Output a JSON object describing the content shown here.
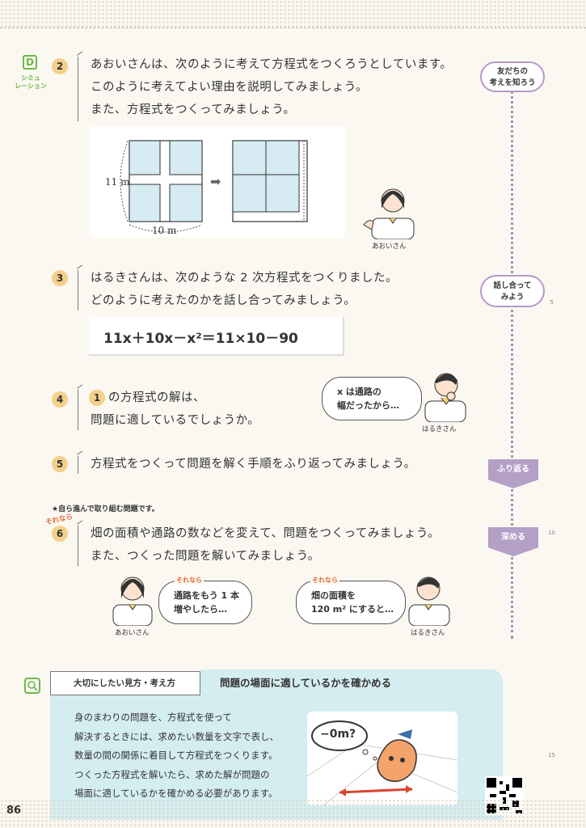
{
  "page_number": "86",
  "margin_marks": [
    "5",
    "10",
    "15"
  ],
  "side_tags": {
    "tomodachi": "友だちの\n考えを知ろう",
    "hanashiai": "話し合って\nみよう",
    "furikaeru": "ふり返る",
    "fukameru": "深める"
  },
  "simulation_badge": {
    "letter": "D",
    "label": "シミュ\nレーション"
  },
  "q2": {
    "num": "2",
    "lines": [
      "あおいさんは、次のように考えて方程式をつくろうとしています。",
      "このように考えてよい理由を説明してみましょう。",
      "また、方程式をつくってみましょう。"
    ],
    "figure": {
      "height_label": "11 m",
      "width_label": "10 m",
      "arrow": "➡"
    },
    "speaker": "あおいさん"
  },
  "q3": {
    "num": "3",
    "lines": [
      "はるきさんは、次のような 2 次方程式をつくりました。",
      "どのように考えたのかを話し合ってみましょう。"
    ],
    "equation": "11x＋10x－x²＝11×10－90"
  },
  "q4": {
    "num": "4",
    "ref": "1",
    "lines": [
      "の方程式の解は、",
      "問題に適しているでしょうか。"
    ],
    "bubble": "x は通路の\n幅だったから…",
    "speaker": "はるきさん"
  },
  "q5": {
    "num": "5",
    "text": "方程式をつくって問題を解く手順をふり返ってみましょう。"
  },
  "q6": {
    "note": "★自ら進んで取り組む問題です。",
    "sorenara": "それなら",
    "num": "6",
    "lines": [
      "畑の面積や通路の数などを変えて、問題をつくってみましょう。",
      "また、つくった問題を解いてみましょう。"
    ],
    "bubble_left": {
      "tag": "それなら",
      "text": "通路をもう 1 本\n増やしたら…",
      "speaker": "あおいさん"
    },
    "bubble_right": {
      "tag": "それなら",
      "text": "畑の面積を\n120 m² にすると…",
      "speaker": "はるきさん"
    }
  },
  "summary": {
    "tab_left": "大切にしたい見方・考え方",
    "tab_right": "問題の場面に適しているかを確かめる",
    "lines": [
      "身のまわりの問題を、方程式を使って",
      "解決するときには、求めたい数量を文字で表し、",
      "数量の間の関係に着目して方程式をつくります。",
      "つくった方程式を解いたら、求めた解が問題の",
      "場面に適しているかを確かめる必要があります。"
    ],
    "thought": "−0m?"
  },
  "colors": {
    "accent_purple": "#b49fc7",
    "number_badge": "#f4d08a",
    "green": "#6cb84a",
    "panel_blue": "#d4edf0",
    "field_blue": "#d6ebf2"
  }
}
